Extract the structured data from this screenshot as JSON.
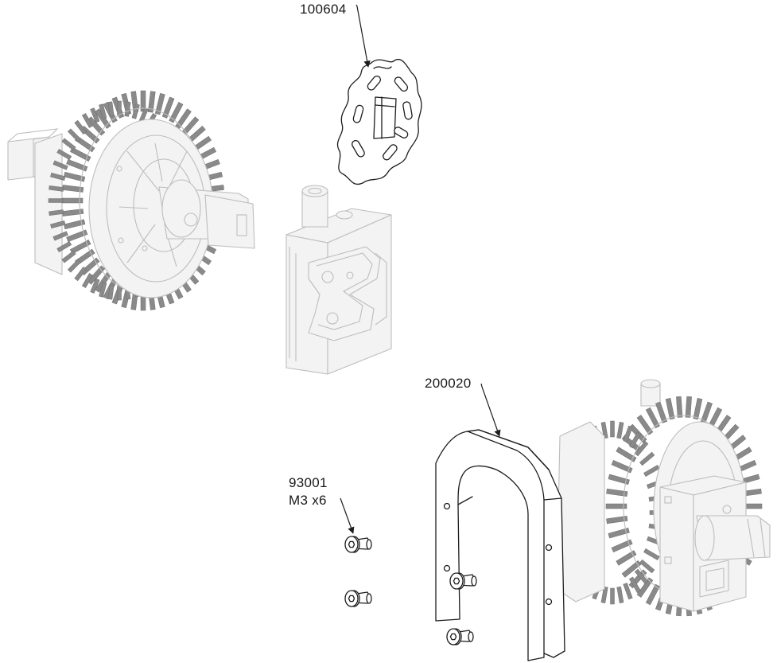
{
  "callouts": {
    "brake_disc": {
      "part_number": "100604"
    },
    "bracket": {
      "part_number": "200020"
    },
    "screw": {
      "part_number": "93001",
      "spec": "M3 x6"
    }
  },
  "colors": {
    "line": "#1c1c1c",
    "context_part": "#bdbdbd",
    "gear_teeth": "#8a8a8a",
    "background": "#ffffff"
  },
  "icons": [
    "arrowhead-icon",
    "hex-socket-icon"
  ]
}
